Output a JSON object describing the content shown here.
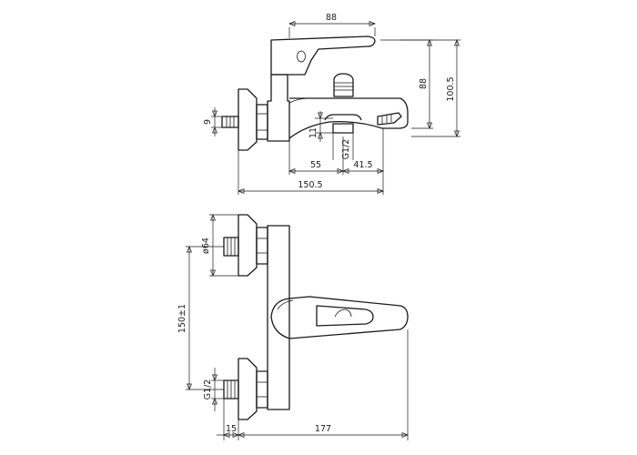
{
  "colors": {
    "line": "#1a1a1a",
    "background": "#ffffff"
  },
  "side_view": {
    "dimensions": {
      "lever_length": "88",
      "height_spout": "88",
      "height_total": "100.5",
      "pipe_length": "9",
      "spout_drop": "11",
      "thread": "G1/2",
      "offset_left": "55",
      "offset_right": "41.5",
      "total_depth": "150.5"
    }
  },
  "plan_view": {
    "dimensions": {
      "flange_diameter": "ø64",
      "center_distance": "150±1",
      "thread": "G1/2",
      "connector": "15",
      "total_length": "177"
    }
  }
}
